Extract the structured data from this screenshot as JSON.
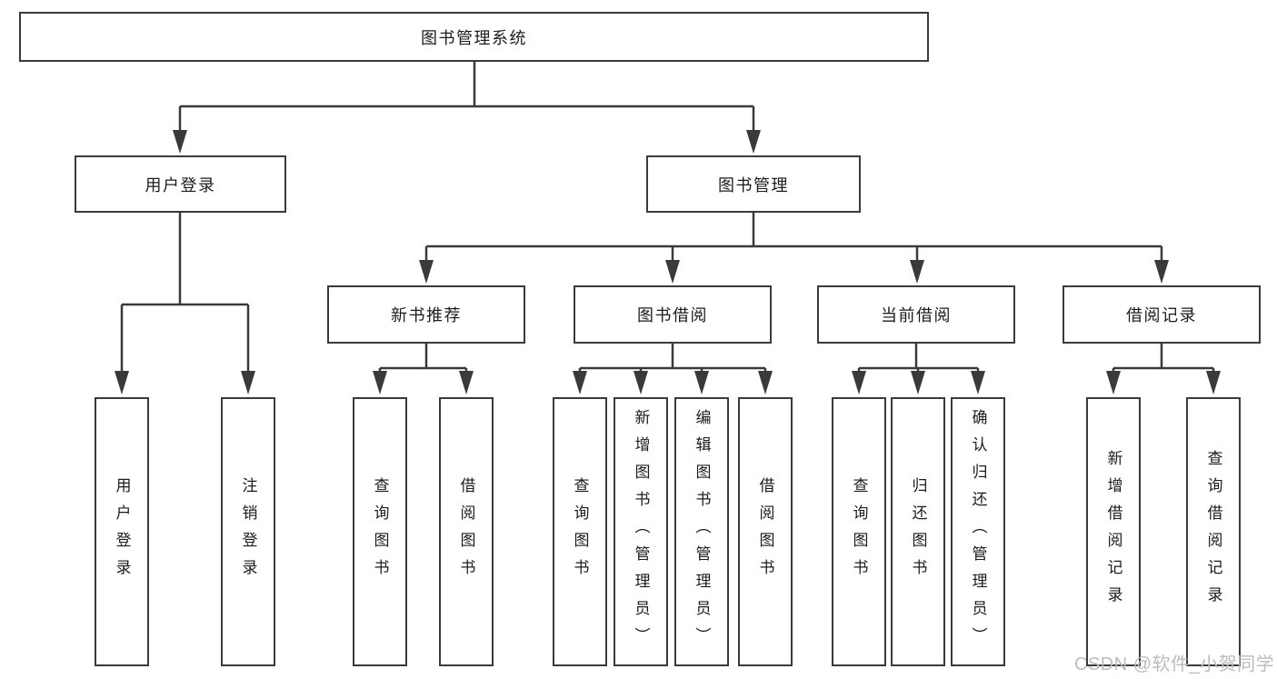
{
  "root": {
    "label": "图书管理系统"
  },
  "branches": [
    {
      "label": "用户登录",
      "children": [
        {
          "label": "用户登录"
        },
        {
          "label": "注销登录"
        }
      ]
    },
    {
      "label": "图书管理",
      "children": [
        {
          "label": "新书推荐",
          "children": [
            {
              "label": "查询图书"
            },
            {
              "label": "借阅图书"
            }
          ]
        },
        {
          "label": "图书借阅",
          "children": [
            {
              "label": "查询图书"
            },
            {
              "label": "新增图书（管理员）"
            },
            {
              "label": "编辑图书（管理员）"
            },
            {
              "label": "借阅图书"
            }
          ]
        },
        {
          "label": "当前借阅",
          "children": [
            {
              "label": "查询图书"
            },
            {
              "label": "归还图书"
            },
            {
              "label": "确认归还（管理员）"
            }
          ]
        },
        {
          "label": "借阅记录",
          "children": [
            {
              "label": "新增借阅记录"
            },
            {
              "label": "查询借阅记录"
            }
          ]
        }
      ]
    }
  ],
  "watermark": {
    "text": "CSDN @软件_小贺同学"
  },
  "colors": {
    "line": "#3a3a3a",
    "text": "#1c1c1c",
    "background": "#ffffff",
    "watermark": "#bcbcbc"
  }
}
